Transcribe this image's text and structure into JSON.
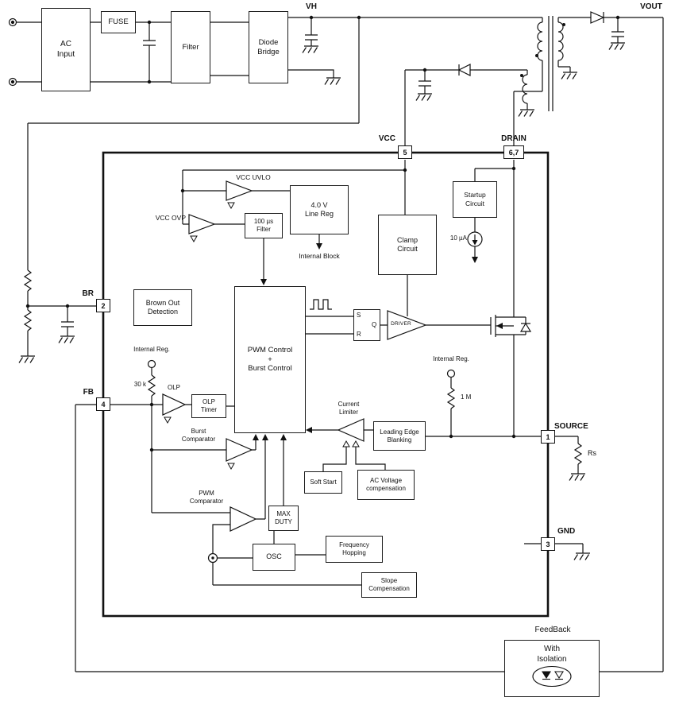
{
  "input_stage": {
    "ac_input": "AC\nInput",
    "fuse": "FUSE",
    "filter": "Filter",
    "diode_bridge": "Diode\nBridge",
    "vh_label": "VH"
  },
  "output_stage": {
    "vout_label": "VOUT",
    "feedback_label": "FeedBack",
    "feedback_box": "With\nIsolation"
  },
  "pins": {
    "vcc": {
      "name": "VCC",
      "number": "5"
    },
    "drain": {
      "name": "DRAIN",
      "number": "6,7"
    },
    "br": {
      "name": "BR",
      "number": "2"
    },
    "fb": {
      "name": "FB",
      "number": "4"
    },
    "source": {
      "name": "SOURCE",
      "number": "1"
    },
    "gnd": {
      "name": "GND",
      "number": "3"
    }
  },
  "ic_blocks": {
    "vcc_uvlo": "VCC UVLO",
    "vcc_ovp": "VCC OVP",
    "filter_100us": "100 µs\nFilter",
    "line_reg": "4.0 V\nLine Reg",
    "internal_block": "Internal Block",
    "startup": "Startup\nCircuit",
    "clamp": "Clamp\nCircuit",
    "current_10ua": "10 µA",
    "brown_out": "Brown Out\nDetection",
    "pwm_control": "PWM Control\n+\nBurst Control",
    "latch": {
      "s": "S",
      "r": "R",
      "q": "Q"
    },
    "driver": "DRIVER",
    "internal_reg_left": "Internal Reg.",
    "internal_reg_right": "Internal Reg.",
    "r_30k": "30 k",
    "r_1m": "1 M",
    "olp": "OLP",
    "olp_timer": "OLP\nTimer",
    "burst_comparator": "Burst\nComparator",
    "pwm_comparator": "PWM\nComparator",
    "max_duty": "MAX\nDUTY",
    "osc": "OSC",
    "frequency_hopping": "Frequency\nHopping",
    "slope_compensation": "Slope\nCompensation",
    "current_limiter": "Current\nLimiter",
    "soft_start": "Soft Start",
    "leading_edge_blanking": "Leading Edge\nBlanking",
    "ac_voltage_comp": "AC Voltage\ncompensation"
  },
  "external": {
    "rs_label": "Rs"
  }
}
